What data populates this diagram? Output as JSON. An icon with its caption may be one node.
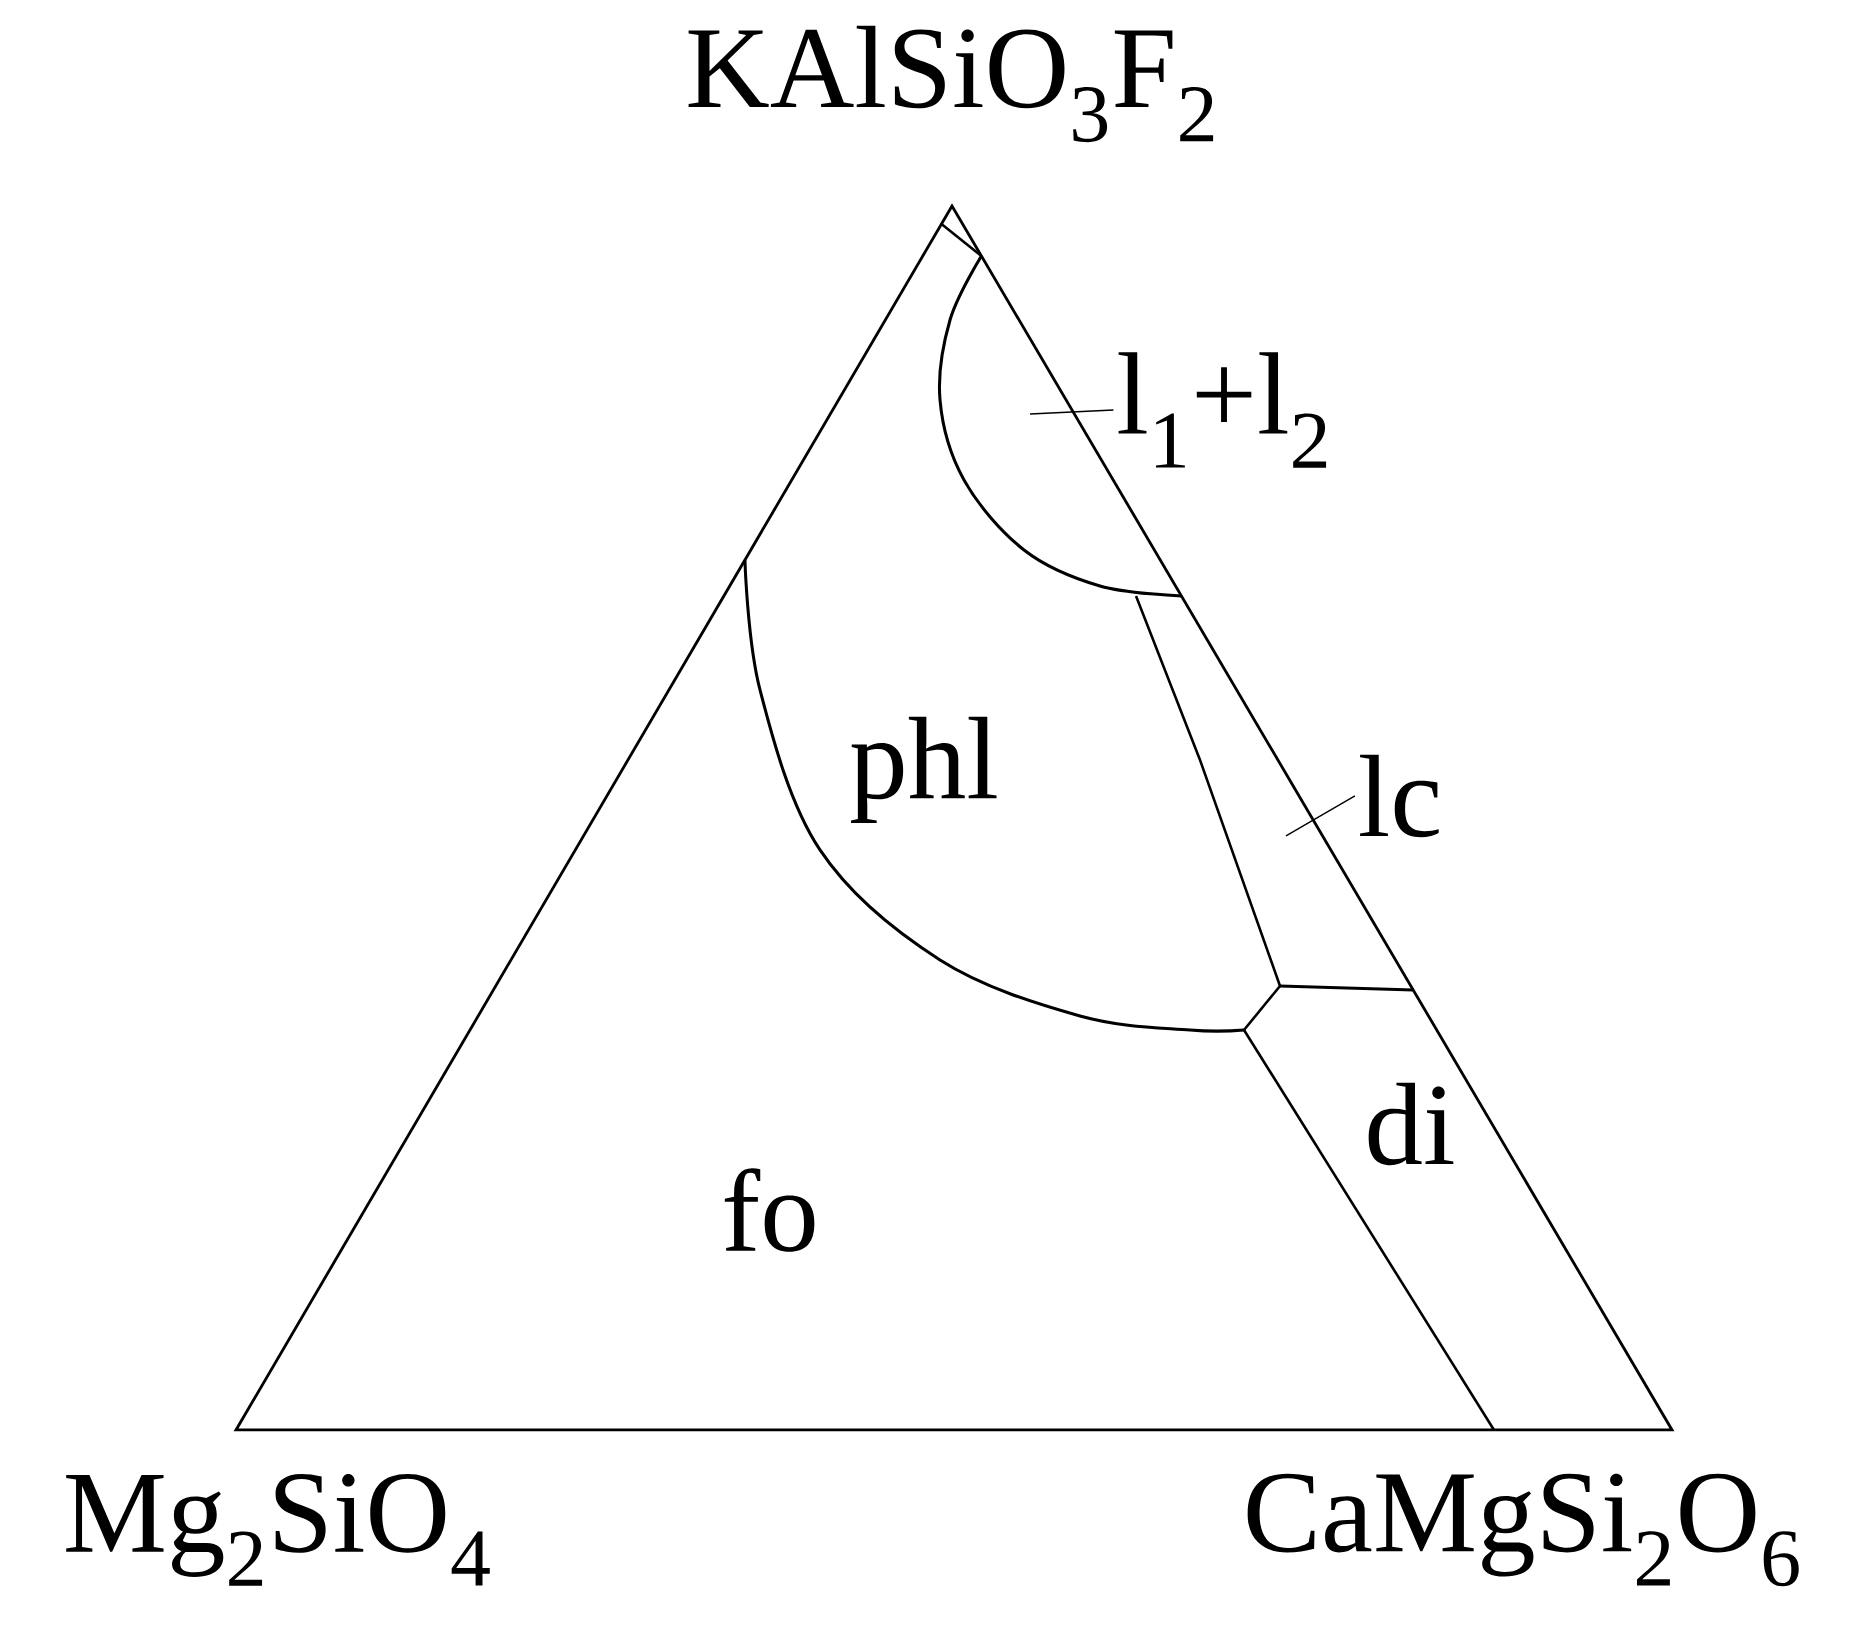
{
  "diagram": {
    "nodes": [
      {
        "text": [
          "l$_{1}$+l$_{2}$"
        ]
      },
      {
        "text": [
          "lc"
        ]
      }
    ],
    "edges": [
      {
        "from": 0,
        "to": null,
        "arrow": "none"
      },
      {
        "from": 1,
        "to": null,
        "arrow": "none"
      }
    ],
    "labels": [
      "KAlSiO$_{3}$F$_{2}$",
      "phl",
      "fo",
      "di",
      "Mg$_{2}$SiO$_{4}$",
      "CaMgSi$_{2}$O$_{6}$"
    ]
  }
}
